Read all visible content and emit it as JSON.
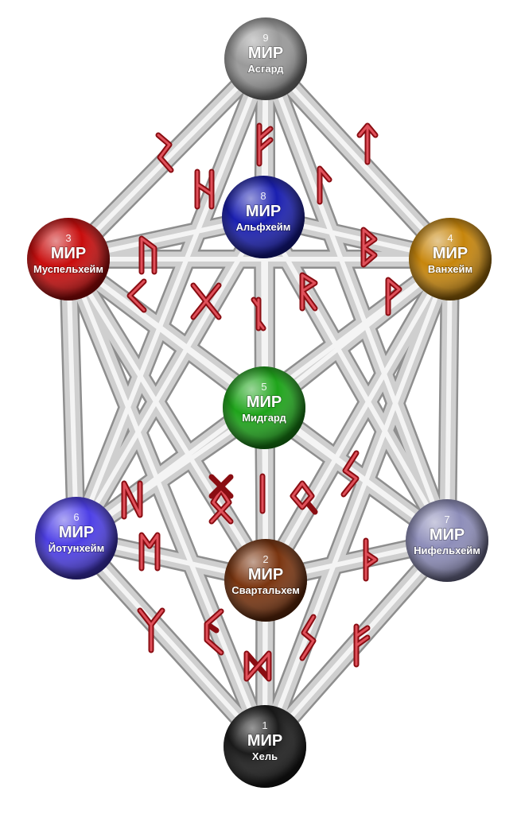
{
  "worlds": [
    {
      "id": "w9",
      "number": "9",
      "label": "МИР",
      "name": "Асгард",
      "color": "#9a9a9a"
    },
    {
      "id": "w8",
      "number": "8",
      "label": "МИР",
      "name": "Альфхейм",
      "color": "#1a1fb0"
    },
    {
      "id": "w3",
      "number": "3",
      "label": "МИР",
      "name": "Муспельхейм",
      "color": "#c80d0d"
    },
    {
      "id": "w4",
      "number": "4",
      "label": "МИР",
      "name": "Ванхейм",
      "color": "#c7860c"
    },
    {
      "id": "w5",
      "number": "5",
      "label": "МИР",
      "name": "Мидгард",
      "color": "#1fa41b"
    },
    {
      "id": "w6",
      "number": "6",
      "label": "МИР",
      "name": "Йотунхейм",
      "color": "#4d3fe6"
    },
    {
      "id": "w2",
      "number": "2",
      "label": "МИР",
      "name": "Свартальхем",
      "color": "#7a3510"
    },
    {
      "id": "w7",
      "number": "7",
      "label": "МИР",
      "name": "Нифельхейм",
      "color": "#8d8db9"
    },
    {
      "id": "w1",
      "number": "1",
      "label": "МИР",
      "name": "Хель",
      "color": "#1c1c1c"
    }
  ],
  "connections": [
    [
      "w9",
      "w3"
    ],
    [
      "w9",
      "w4"
    ],
    [
      "w9",
      "w8"
    ],
    [
      "w9",
      "w6"
    ],
    [
      "w9",
      "w7"
    ],
    [
      "w9",
      "w2"
    ],
    [
      "w9",
      "w1"
    ],
    [
      "w3",
      "w8"
    ],
    [
      "w4",
      "w8"
    ],
    [
      "w3",
      "w4"
    ],
    [
      "w3",
      "w6"
    ],
    [
      "w4",
      "w7"
    ],
    [
      "w3",
      "w5"
    ],
    [
      "w4",
      "w5"
    ],
    [
      "w3",
      "w2"
    ],
    [
      "w4",
      "w2"
    ],
    [
      "w3",
      "w1"
    ],
    [
      "w4",
      "w1"
    ],
    [
      "w8",
      "w5"
    ],
    [
      "w8",
      "w6"
    ],
    [
      "w8",
      "w7"
    ],
    [
      "w5",
      "w6"
    ],
    [
      "w5",
      "w7"
    ],
    [
      "w5",
      "w2"
    ],
    [
      "w6",
      "w2"
    ],
    [
      "w7",
      "w2"
    ],
    [
      "w6",
      "w1"
    ],
    [
      "w7",
      "w1"
    ],
    [
      "w2",
      "w1"
    ],
    [
      "w6",
      "w4"
    ],
    [
      "w7",
      "w3"
    ]
  ],
  "runes": [
    "fehu",
    "uruz",
    "thurisaz",
    "ansuz",
    "raidho",
    "kenaz",
    "gebo",
    "wunjo",
    "hagalaz",
    "nauthiz",
    "isa",
    "jera",
    "eihwaz",
    "perthro",
    "algiz",
    "sowilo",
    "tiwaz",
    "berkano",
    "ehwaz",
    "mannaz",
    "laguz",
    "ingwaz",
    "dagaz",
    "othala"
  ]
}
